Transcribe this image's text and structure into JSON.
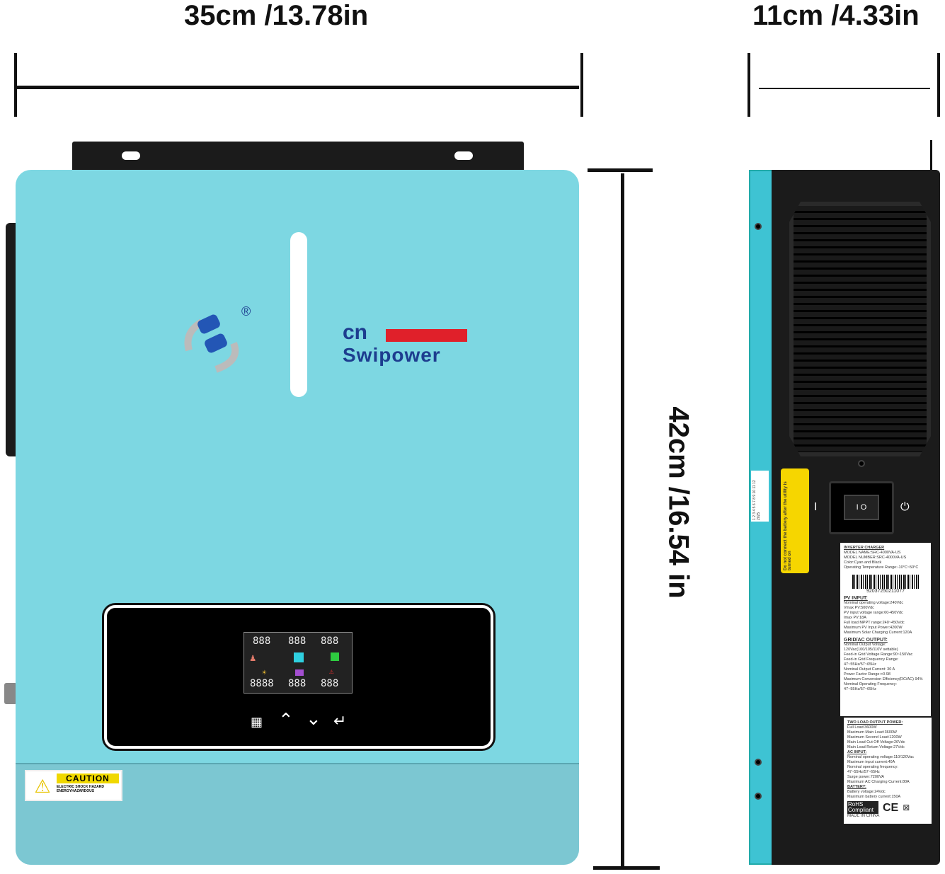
{
  "dimensions": {
    "width": "35cm /13.78in",
    "depth": "11cm /4.33in",
    "height": "42cm /16.54 in"
  },
  "brand": {
    "prefix": "cn",
    "name": "Swipower",
    "registered": "®"
  },
  "colors": {
    "body": "#7dd7e2",
    "brand_blue": "#1d3d8f",
    "brand_red": "#e0202a",
    "housing": "#1b1b1b"
  },
  "lcd": {
    "top": [
      "888",
      "888",
      "888"
    ],
    "bottom": [
      "8888",
      "888",
      "888"
    ]
  },
  "buttons": [
    {
      "icon": "menu-icon",
      "glyph": "▦"
    },
    {
      "icon": "up-icon",
      "glyph": "⌃"
    },
    {
      "icon": "down-icon",
      "glyph": "⌄"
    },
    {
      "icon": "enter-icon",
      "glyph": "↵"
    }
  ],
  "caution": {
    "title": "CAUTION",
    "line1": "ELECTRIC SHOCK HAZARD",
    "line2": "ENERGYHAZARDOUS"
  },
  "warning_sticker": "Do not connect the battery after the utility is turned on",
  "date_sticker": {
    "year": "2025",
    "months": "1 2 3 4 5 6 7 8 9 10 11 12"
  },
  "switch": {
    "off": "I",
    "on": "⏻",
    "label": "I O"
  },
  "spec_label": {
    "title": "INVERTER CHARGER",
    "lines": [
      "MODEL NAME:SRC-4000VA-US",
      "MODEL NUMBER:SRC-4000VA-US",
      "Color:Cyan and Black",
      "Operating Temperature Range:-10°C~50°C"
    ],
    "barcode": "92037250211077",
    "pv_title": "PV INPUT:",
    "pv": [
      "Nominal operating voltage:240Vdc",
      "Vmax PV:500Vdc",
      "PV input voltage range:60-450Vdc",
      "Imax PV:18A",
      "Full load MPPT range:240~450Vdc",
      "Maximum PV Input Power:4200W",
      "Maximum Solar Charging Current:120A"
    ],
    "grid_title": "GRID/AC OUTPUT:",
    "grid": [
      "Nominal Output Voltage:",
      "120Vac(100/105/110V settable)",
      "Feed-in Grid Voltage Range:90~150Vac",
      "Feed-in Grid Frequency Range:",
      "47~55Hz/57~65Hz",
      "Nominal Output Current: 30 A",
      "Power Factor Range:>0.98",
      "Maximum Conversion Efficiency(DC/AC) 94%",
      "Nominal Operating Frequency:",
      "47~55Hz/57~65Hz"
    ]
  },
  "spec_label2": {
    "load_title": "TWO LOAD OUTPUT POWER:",
    "load": [
      "Full Load:3600W",
      "Maximum Main Load:3600W",
      "Maximum Second Load:1200W",
      "Main Load Cut Off Voltage:26Vdc",
      "Main Load Return Voltage:27Vdc"
    ],
    "ac_title": "AC INPUT:",
    "ac": [
      "Nominal operating voltage:110/120Vac",
      "Maximum input current:40A",
      "Nominal operating frequency:",
      "47~55Hz/57~65Hz",
      "Surge power:7200VA",
      "Maximum AC Charging Current:80A"
    ],
    "bat_title": "BATTERY:",
    "bat": [
      "Battery voltage:24Vdc",
      "Maximum battery current:150A"
    ],
    "rohs": "RoHS Compliant",
    "ce": "CE",
    "origin": "MADE IN CHINA"
  }
}
